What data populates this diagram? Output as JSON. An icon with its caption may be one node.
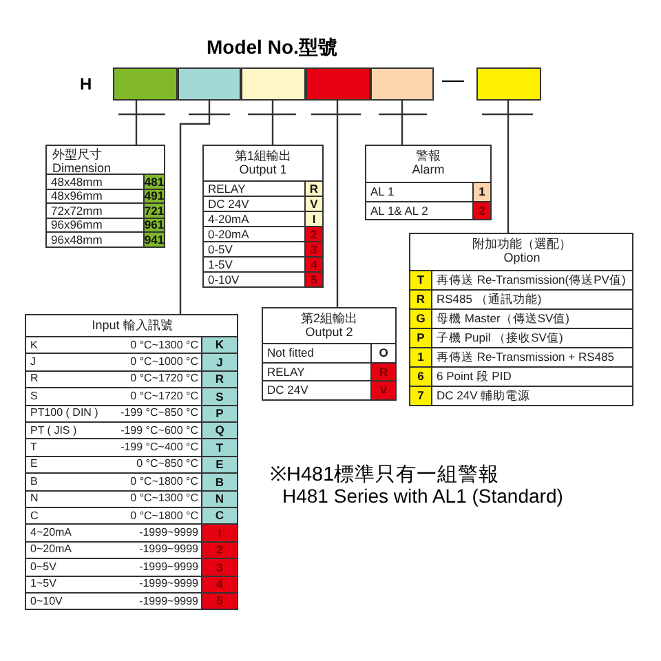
{
  "diagram": {
    "title": "Model No.型號",
    "nodes": [
      {
        "text": [],
        "shape": "box"
      },
      {
        "text": [],
        "shape": "box"
      },
      {
        "text": [],
        "shape": "box"
      },
      {
        "text": [],
        "shape": "box"
      },
      {
        "text": [],
        "shape": "box"
      },
      {
        "text": [],
        "shape": "box"
      },
      {
        "text": [
          "外型尺寸 Dimension",
          "48x48mm",
          "481",
          "48x96mm",
          "491",
          "72x72mm",
          "721",
          "96x96mm",
          "961",
          "96x48mm",
          "941"
        ]
      },
      {
        "text": [
          "第1組輸出 Output 1",
          "RELAY",
          "R",
          "DC 24V",
          "V",
          "4-20mA",
          "I",
          "0-20mA",
          "2",
          "0-5V",
          "3",
          "1-5V",
          "4",
          "0-10V",
          "5"
        ]
      },
      {
        "text": [
          "Input 輸入訊號",
          "K",
          "0 °C~1300 °C",
          "K",
          "J",
          "0 °C~1000 °C",
          "J",
          "R",
          "0 °C~1720 °C",
          "R",
          "S",
          "0 °C~1720 °C",
          "S",
          "PT100 ( DIN )",
          "-199 °C~850 °C",
          "P",
          "PT ( JIS )",
          "-199 °C~600 °C",
          "Q",
          "T",
          "-199 °C~400 °C",
          "T",
          "E",
          "0 °C~850 °C",
          "E",
          "B",
          "0 °C~1800 °C",
          "B",
          "N",
          "0 °C~1300 °C",
          "N",
          "C",
          "0 °C~1800 °C",
          "C",
          "4~20mA",
          "-1999~9999",
          "I",
          "0~20mA",
          "-1999~9999",
          "2",
          "0~5V",
          "-1999~9999",
          "3",
          "1~5V",
          "-1999~9999",
          "4",
          "0~10V",
          "-1999~9999",
          "5"
        ]
      },
      {
        "text": [
          "第2組輸出 Output 2",
          "Not fitted",
          "O",
          "RELAY",
          "R",
          "DC 24V",
          "V"
        ]
      },
      {
        "text": [
          "警報 Alarm",
          "AL 1",
          "1",
          "AL 1& AL 2",
          "2"
        ]
      },
      {
        "text": [
          "附加功能（選配） Option",
          "T",
          "再傳送 Re-Transmission(傳送PV值)",
          "R",
          "RS485 （通訊功能)",
          "G",
          "母機 Master（傳送SV值)",
          "P",
          "子機 Pupil （接收SV值)",
          "1",
          "再傳送 Re-Transmission + RS485",
          "6",
          "6 Point 段 PID",
          "7",
          "DC 24V 輔助電源"
        ]
      }
    ],
    "edges": [
      {
        "from": 0,
        "to": 6,
        "arrow": "none"
      },
      {
        "from": 1,
        "to": 8,
        "arrow": "none"
      },
      {
        "from": 2,
        "to": 7,
        "arrow": "none"
      },
      {
        "from": 3,
        "to": 9,
        "arrow": "none"
      },
      {
        "from": 4,
        "to": 10,
        "arrow": "none"
      },
      {
        "from": 5,
        "to": 11,
        "arrow": "none"
      }
    ],
    "labels": [
      "H",
      "—",
      "※H481標準只有一組警報",
      "H481 Series with AL1 (Standard)"
    ]
  }
}
